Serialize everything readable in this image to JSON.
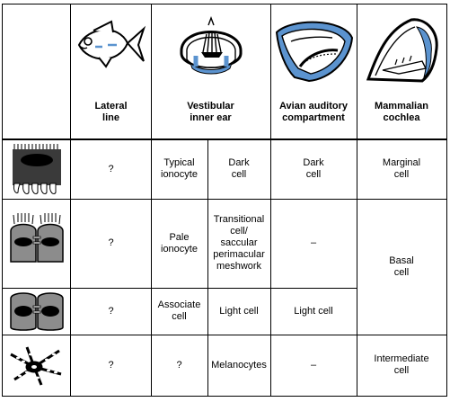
{
  "headers": {
    "lateral_line": "Lateral\nline",
    "vestibular": "Vestibular\ninner ear",
    "avian": "Avian auditory\ncompartment",
    "mammalian": "Mammalian\ncochlea"
  },
  "rows": {
    "marginal": {
      "lateral": "?",
      "vest_a": "Typical\nionocyte",
      "vest_b": "Dark\ncell",
      "avian": "Dark\ncell",
      "mammal": "Marginal\ncell"
    },
    "transitional": {
      "lateral": "?",
      "vest_a": "Pale\nionocyte",
      "vest_b": "Transitional\ncell/\nsaccular\nperimacular\nmeshwork",
      "avian": "–"
    },
    "associate": {
      "lateral": "?",
      "vest_a": "Associate\ncell",
      "vest_b": "Light cell",
      "avian": "Light cell"
    },
    "basal_merged": "Basal\ncell",
    "intermediate": {
      "lateral": "?",
      "vest_a": "?",
      "vest_b": "Melanocytes",
      "avian": "–",
      "mammal": "Intermediate\ncell"
    }
  },
  "colors": {
    "line": "#000000",
    "accent_blue": "#5b93cf",
    "cell_gray": "#8c8c8c",
    "dark_gray": "#3a3a3a"
  }
}
